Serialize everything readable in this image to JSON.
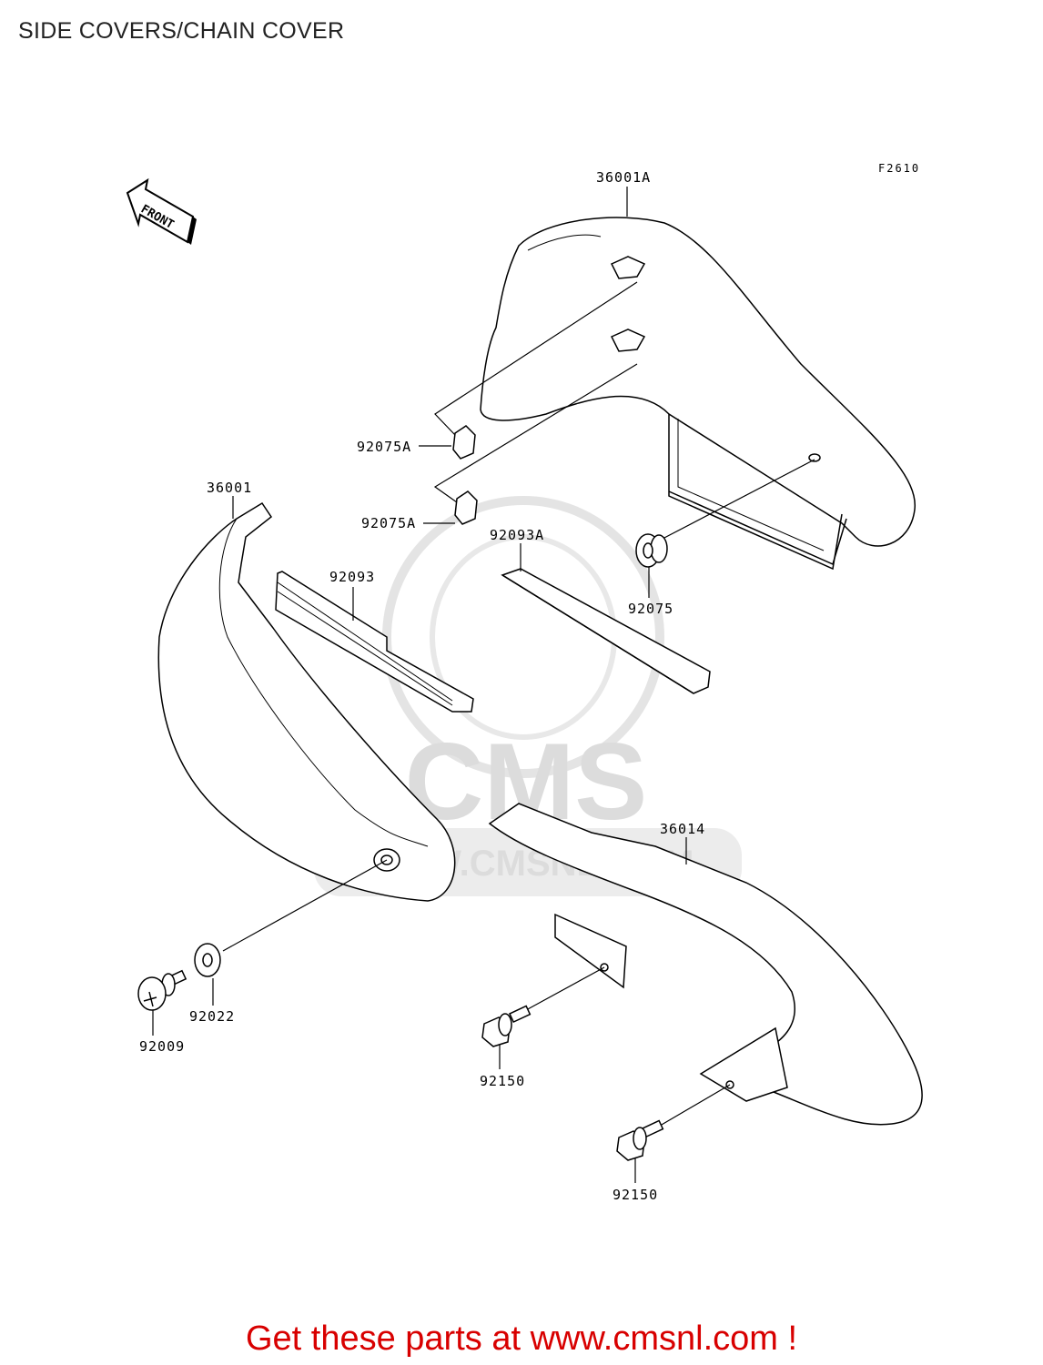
{
  "title": "SIDE COVERS/CHAIN COVER",
  "figure_code": "F2610",
  "front_arrow_label": "FRONT",
  "watermark": {
    "brand": "CMS",
    "url": "WWW.CMSNL.COM"
  },
  "parts": [
    {
      "id": "part-36001A",
      "label": "36001A"
    },
    {
      "id": "part-92075A-upper",
      "label": "92075A"
    },
    {
      "id": "part-92075A-lower",
      "label": "92075A"
    },
    {
      "id": "part-36001",
      "label": "36001"
    },
    {
      "id": "part-92093",
      "label": "92093"
    },
    {
      "id": "part-92093A",
      "label": "92093A"
    },
    {
      "id": "part-92075",
      "label": "92075"
    },
    {
      "id": "part-36014",
      "label": "36014"
    },
    {
      "id": "part-92022",
      "label": "92022"
    },
    {
      "id": "part-92009",
      "label": "92009"
    },
    {
      "id": "part-92150-upper",
      "label": "92150"
    },
    {
      "id": "part-92150-lower",
      "label": "92150"
    }
  ],
  "promo_text": "Get these parts at www.cmsnl.com !",
  "colors": {
    "promo": "#d80000",
    "line": "#000000",
    "watermark": "#dcdcdc"
  }
}
